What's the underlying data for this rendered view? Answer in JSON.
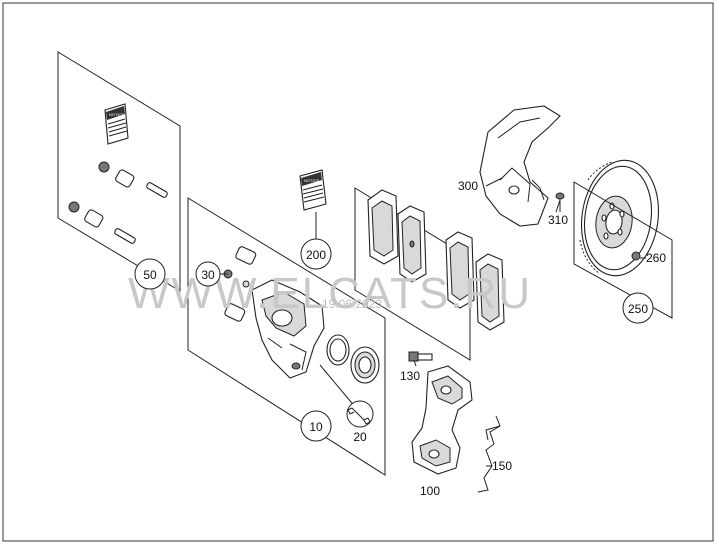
{
  "watermark": {
    "site": "WWW.ELCATS.RU",
    "date": "19.06.2023"
  },
  "notice_label": "NOTICE",
  "callouts": {
    "c50": "50",
    "c30": "30",
    "c10": "10",
    "c20": "20",
    "c200": "200",
    "c250": "250"
  },
  "labels": {
    "l300": "300",
    "l310": "310",
    "l260": "260",
    "l130": "130",
    "l150": "150",
    "l100": "100"
  }
}
